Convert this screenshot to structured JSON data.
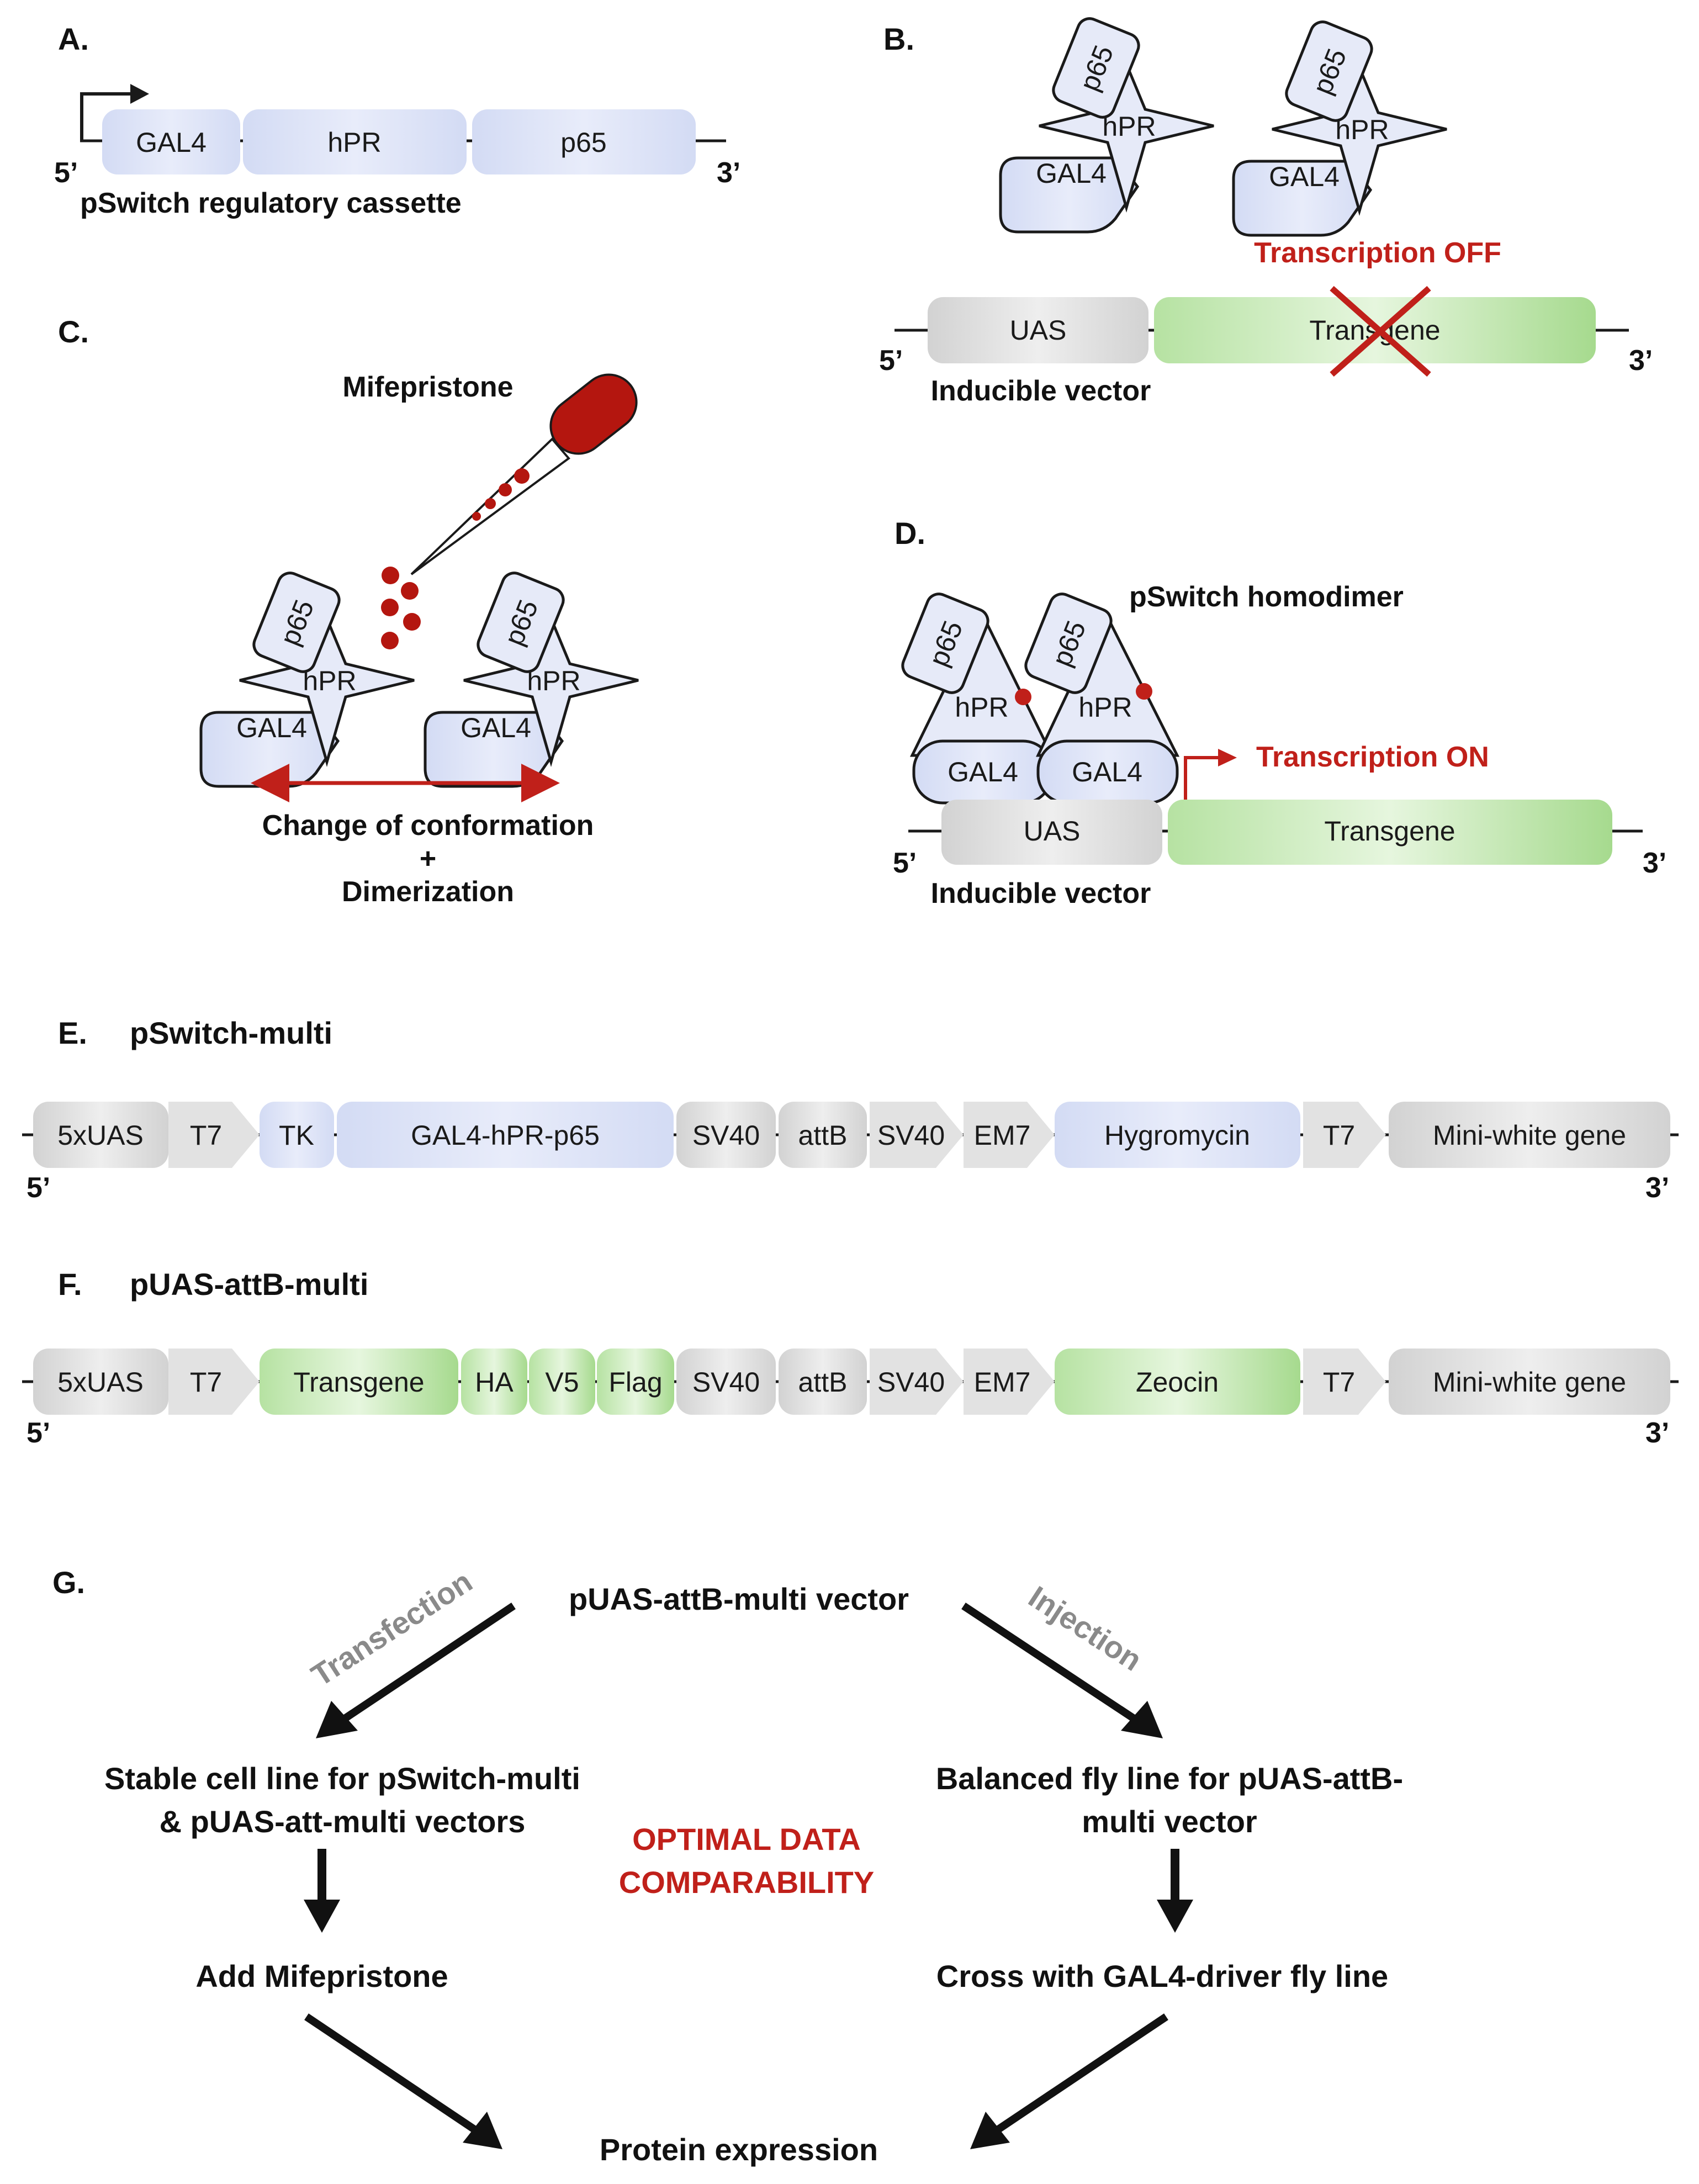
{
  "panels": {
    "A": {
      "letter": "A.",
      "blocks": [
        "GAL4",
        "hPR",
        "p65"
      ],
      "five_prime": "5’",
      "three_prime": "3’",
      "caption": "pSwitch regulatory cassette"
    },
    "B": {
      "letter": "B.",
      "protein": {
        "p65": "p65",
        "hpr": "hPR",
        "gal4": "GAL4"
      },
      "status": "Transcription OFF",
      "uas": "UAS",
      "transgene": "Transgene",
      "five_prime": "5’",
      "three_prime": "3’",
      "caption": "Inducible vector"
    },
    "C": {
      "letter": "C.",
      "drug": "Mifepristone",
      "protein": {
        "p65": "p65",
        "hpr": "hPR",
        "gal4": "GAL4"
      },
      "caption_line1": "Change of conformation",
      "caption_plus": "+",
      "caption_line2": "Dimerization"
    },
    "D": {
      "letter": "D.",
      "title": "pSwitch homodimer",
      "protein": {
        "p65": "p65",
        "hpr": "hPR",
        "gal4": "GAL4"
      },
      "status": "Transcription ON",
      "uas": "UAS",
      "transgene": "Transgene",
      "five_prime": "5’",
      "three_prime": "3’",
      "caption": "Inducible vector"
    },
    "E": {
      "letter": "E.",
      "title": "pSwitch-multi",
      "elements": [
        "5xUAS",
        "T7",
        "TK",
        "GAL4-hPR-p65",
        "SV40",
        "attB",
        "SV40",
        "EM7",
        "Hygromycin",
        "T7",
        "Mini-white gene"
      ],
      "five_prime": "5’",
      "three_prime": "3’"
    },
    "F": {
      "letter": "F.",
      "title": "pUAS-attB-multi",
      "elements": [
        "5xUAS",
        "T7",
        "Transgene",
        "HA",
        "V5",
        "Flag",
        "SV40",
        "attB",
        "SV40",
        "EM7",
        "Zeocin",
        "T7",
        "Mini-white gene"
      ],
      "five_prime": "5’",
      "three_prime": "3’"
    },
    "G": {
      "letter": "G.",
      "top": "pUAS-attB-multi vector",
      "left_arrow_label": "Transfection",
      "right_arrow_label": "Injection",
      "left_line1": "Stable cell line for pSwitch-multi",
      "left_line2": "& pUAS-att-multi vectors",
      "right_line1": "Balanced fly line for pUAS-attB-",
      "right_line2": "multi vector",
      "center_line1": "OPTIMAL DATA",
      "center_line2": "COMPARABILITY",
      "left_step": "Add Mifepristone",
      "right_step": "Cross with GAL4-driver fly line",
      "bottom": "Protein expression"
    }
  },
  "colors": {
    "blue_block": "#dde3f6",
    "green_block": "#c4e8b4",
    "gray_block": "#dcdcdc",
    "red_accent": "#c0201a",
    "dark_red": "#b4160f"
  }
}
